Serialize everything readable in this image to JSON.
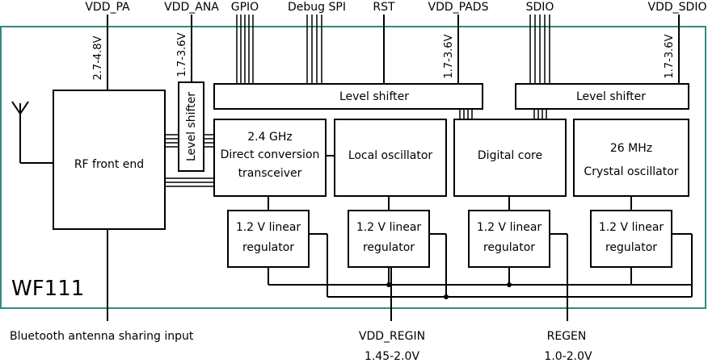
{
  "top_labels": {
    "vdd_pa": "VDD_PA",
    "vdd_ana": "VDD_ANA",
    "gpio": "GPIO",
    "debug_spi": "Debug SPI",
    "rst": "RST",
    "vdd_pads": "VDD_PADS",
    "sdio": "SDIO",
    "vdd_sdio": "VDD_SDIO"
  },
  "voltage_labels": {
    "vdd_pa": "2.7-4.8V",
    "vdd_ana": "1.7-3.6V",
    "vdd_pads": "1.7-3.6V",
    "vdd_sdio": "1.7-3.6V"
  },
  "blocks": {
    "rf_front_end": "RF front end",
    "level_shifter_vertical": "Level shifter",
    "level_shifter_main": "Level shifter",
    "level_shifter_sdio": "Level shifter",
    "transceiver_line1": "2.4 GHz",
    "transceiver_line2": "Direct conversion",
    "transceiver_line3": "transceiver",
    "local_oscillator": "Local oscillator",
    "digital_core": "Digital core",
    "crystal_line1": "26 MHz",
    "crystal_line2": "Crystal oscillator",
    "regulator_line1": "1.2 V linear",
    "regulator_line2": "regulator"
  },
  "module_name": "WF111",
  "bottom_labels": {
    "antenna_sharing": "Bluetooth antenna sharing input",
    "vdd_regin": "VDD_REGIN",
    "vdd_regin_range": "1.45-2.0V",
    "regen": "REGEN",
    "regen_range": "1.0-2.0V"
  }
}
